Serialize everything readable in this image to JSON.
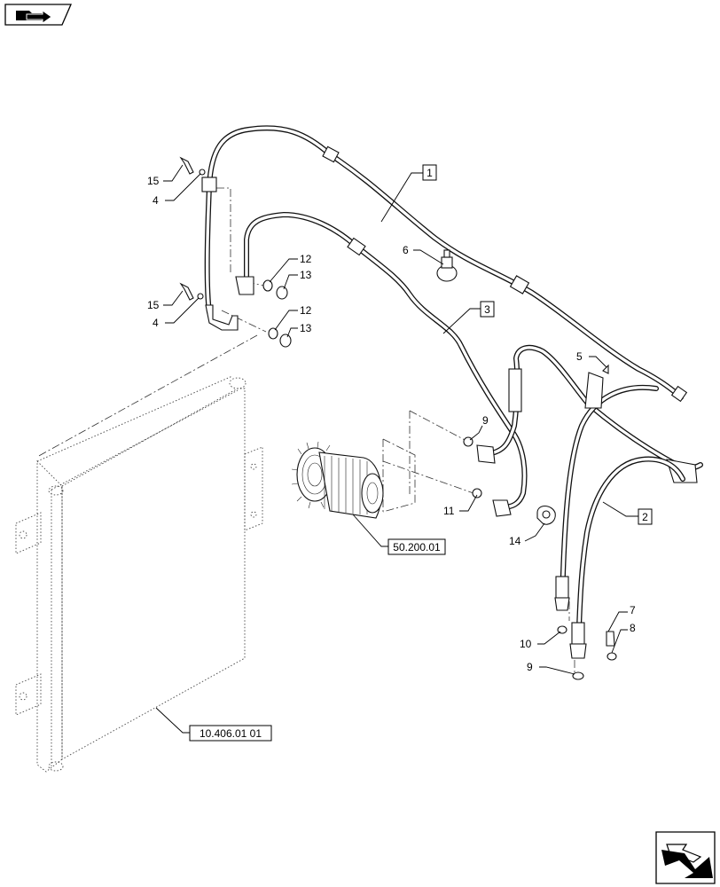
{
  "callouts": {
    "c1": "1",
    "c2": "2",
    "c3": "3",
    "c4a": "4",
    "c4b": "4",
    "c5": "5",
    "c6": "6",
    "c7": "7",
    "c8": "8",
    "c9a": "9",
    "c9b": "9",
    "c10": "10",
    "c11": "11",
    "c12a": "12",
    "c12b": "12",
    "c13a": "13",
    "c13b": "13",
    "c14": "14",
    "c15a": "15",
    "c15b": "15"
  },
  "references": {
    "compressor": "50.200.01",
    "condenser": "10.406.01 01"
  },
  "icons": {
    "top_left": "folder-arrow-icon",
    "bottom_right": "navigation-arrow-icon"
  }
}
